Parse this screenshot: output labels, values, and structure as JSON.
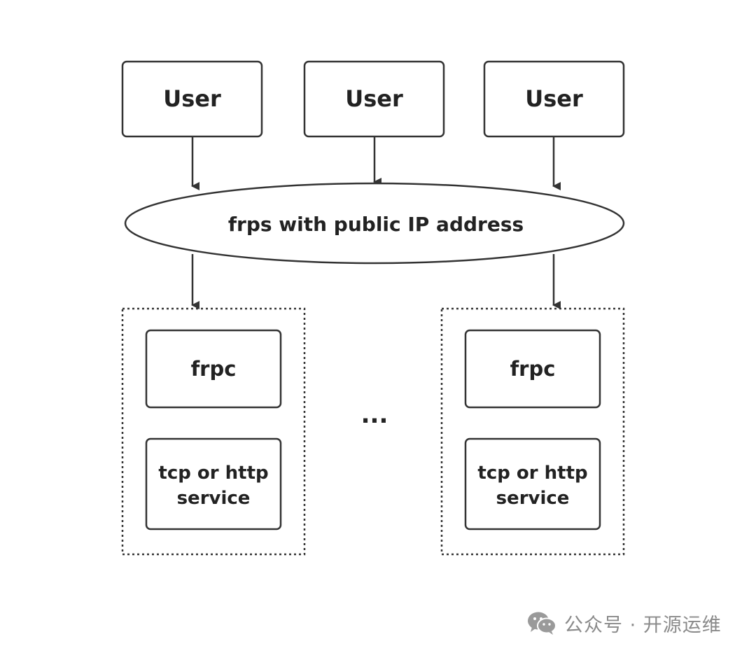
{
  "nodes": {
    "user_1": "User",
    "user_2": "User",
    "user_3": "User",
    "frps": "frps with public IP address",
    "client_left": {
      "frpc": "frpc",
      "service_line1": "tcp or http",
      "service_line2": "service"
    },
    "client_right": {
      "frpc": "frpc",
      "service_line1": "tcp or http",
      "service_line2": "service"
    },
    "ellipsis": "..."
  },
  "edges": [
    {
      "from": "user_1",
      "to": "frps"
    },
    {
      "from": "user_2",
      "to": "frps"
    },
    {
      "from": "user_3",
      "to": "frps"
    },
    {
      "from": "frps",
      "to": "client_left"
    },
    {
      "from": "frps",
      "to": "client_right"
    }
  ],
  "watermark": {
    "icon": "wechat-icon",
    "text": "公众号 · 开源运维"
  },
  "colors": {
    "stroke": "#333333",
    "text": "#222222",
    "watermark": "#8a8a8a"
  }
}
